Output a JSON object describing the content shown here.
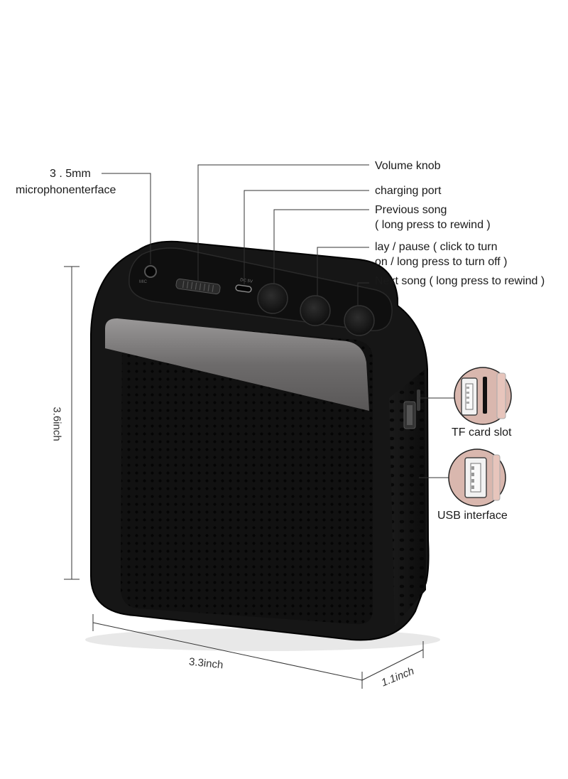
{
  "labels": {
    "mic_line1": "3 . 5mm",
    "mic_line2": "microphonenterface",
    "volume": "Volume knob",
    "charging": "charging port",
    "prev_line1": "Previous song",
    "prev_line2": "( long press to rewind )",
    "play_line1": "lay / pause ( click to turn",
    "play_line2": "on / long press to turn off )",
    "next": "Next song ( long press to rewind )",
    "tf": "TF card slot",
    "usb": "USB interface"
  },
  "dimensions": {
    "height": "3.6inch",
    "width": "3.3inch",
    "depth": "1.1inch"
  },
  "body_text": {
    "mic_mark": "MIC",
    "dc_mark": "DC 5V"
  },
  "colors": {
    "speaker_body": "#141414",
    "accent_plate": "#7a7878",
    "inset_bg": "#d9b7ae"
  }
}
